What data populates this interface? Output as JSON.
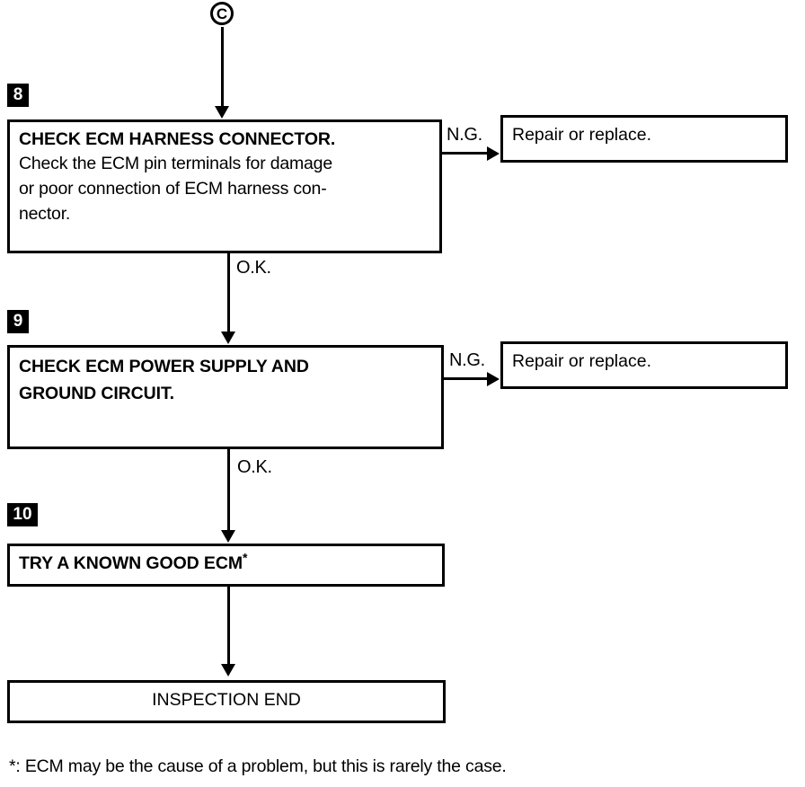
{
  "diagram": {
    "type": "troubleshooting-flowchart",
    "entry_connector": {
      "label": "C",
      "name": "connector-c"
    },
    "steps": [
      {
        "number": "8",
        "title": "CHECK ECM HARNESS CONNECTOR.",
        "body_lines": [
          "Check the ECM pin terminals for damage",
          "or poor connection of ECM harness con-",
          "nector."
        ],
        "fail_label": "N.G.",
        "fail_target": "Repair or replace.",
        "pass_label": "O.K."
      },
      {
        "number": "9",
        "title_lines": [
          "CHECK ECM POWER SUPPLY AND",
          "GROUND CIRCUIT."
        ],
        "fail_label": "N.G.",
        "fail_target": "Repair or replace.",
        "pass_label": "O.K."
      },
      {
        "number": "10",
        "title": "TRY A KNOWN GOOD ECM",
        "title_marker": "*"
      }
    ],
    "terminal": {
      "label": "INSPECTION END"
    },
    "footnote": "*: ECM may be the cause of a problem, but this is rarely the case."
  },
  "colors": {
    "ink": "#000000",
    "paper": "#ffffff"
  }
}
